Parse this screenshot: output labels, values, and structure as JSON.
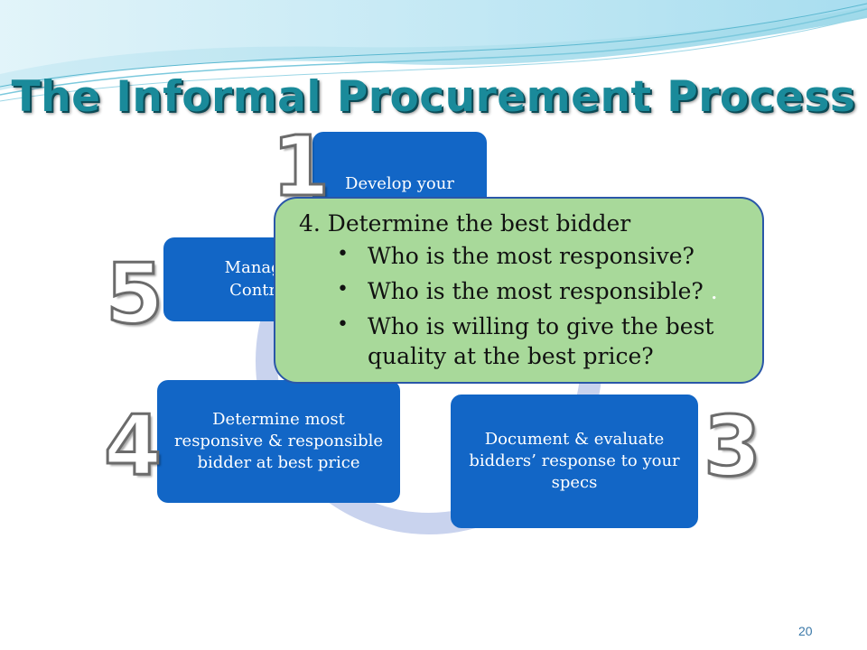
{
  "title": "The Informal Procurement Process",
  "steps": {
    "step1": {
      "number": "1",
      "label": "Develop your specs in writing"
    },
    "step5": {
      "number": "5",
      "label": "Manage Contra"
    },
    "step4": {
      "number": "4",
      "label": "Determine most responsive & responsible bidder at best price"
    },
    "step3": {
      "number": "3",
      "label": "Document & evaluate bidders’ response to your specs"
    }
  },
  "callout": {
    "heading": "4. Determine the best bidder",
    "bullets": [
      "Who is the most responsive?",
      "Who is the most responsible?",
      "Who is willing to give the best quality at the best price?"
    ]
  },
  "page_number": "20",
  "colors": {
    "title": "#1a8a9a",
    "step_fill": "#1266c6",
    "callout_fill": "#a8d99a",
    "callout_border": "#2a57a8",
    "ring": "#c9d3ee"
  }
}
